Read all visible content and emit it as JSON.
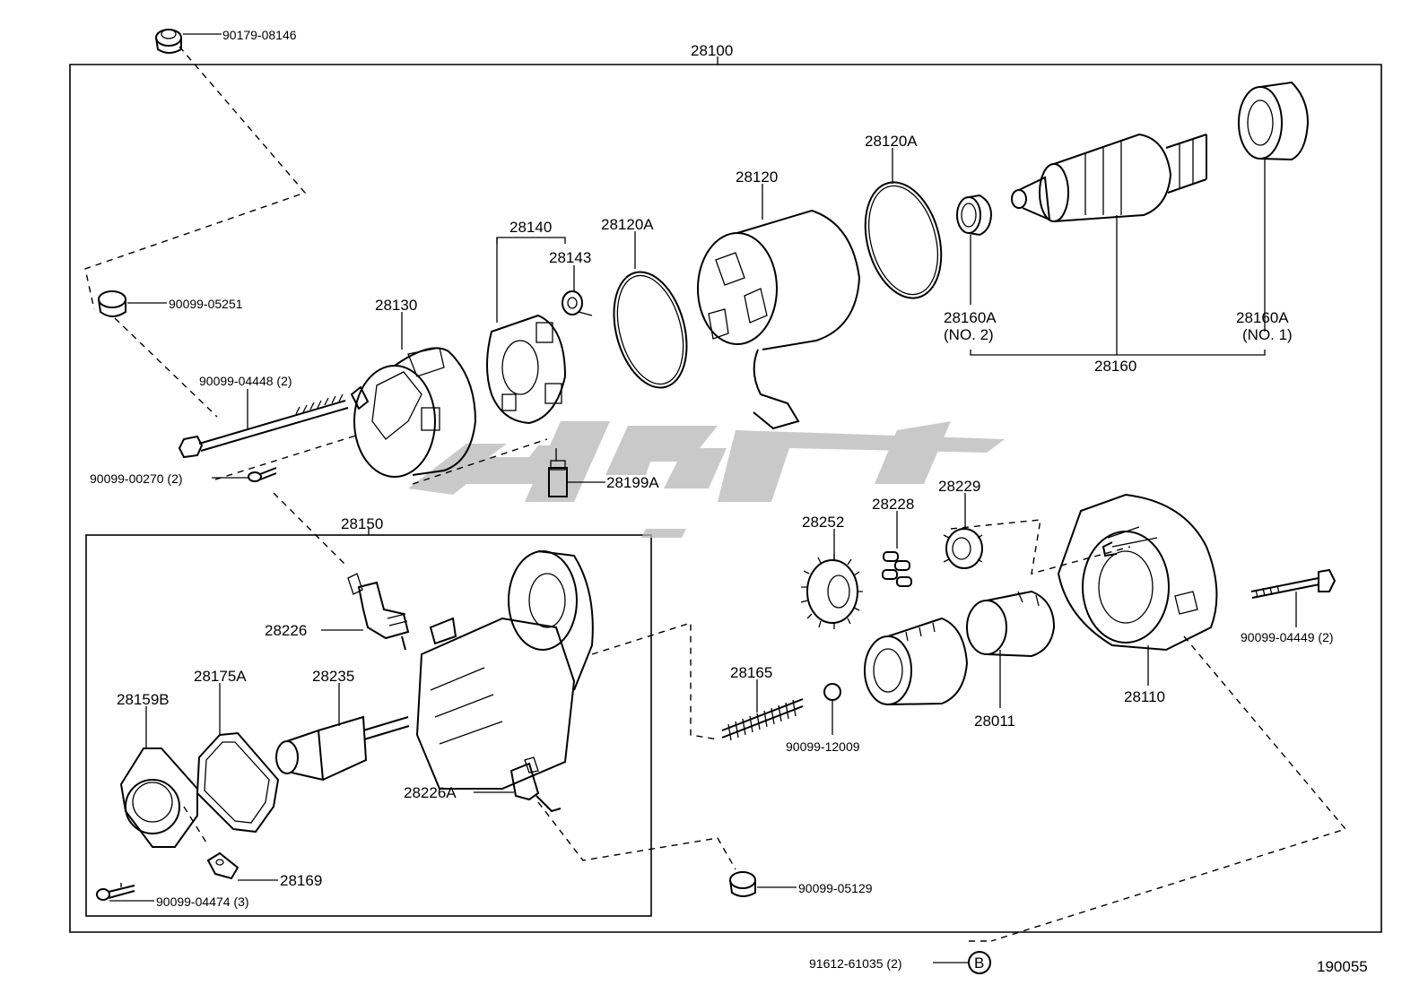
{
  "diagram": {
    "assembly_number": "28100",
    "subassembly_number": "28150",
    "drawing_number": "190055",
    "labels": {
      "p90179_08146": "90179-08146",
      "p90099_05251": "90099-05251",
      "p90099_04448": "90099-04448 (2)",
      "p90099_00270": "90099-00270 (2)",
      "p28130": "28130",
      "p28140": "28140",
      "p28143": "28143",
      "p28120A_left": "28120A",
      "p28120": "28120",
      "p28120A_right": "28120A",
      "p28160A_no2": "28160A",
      "p28160A_no2_note": "(NO. 2)",
      "p28160A_no1": "28160A",
      "p28160A_no1_note": "(NO. 1)",
      "p28160": "28160",
      "p28199A": "28199A",
      "p28252": "28252",
      "p28228": "28228",
      "p28229": "28229",
      "p28226": "28226",
      "p28175A": "28175A",
      "p28159B": "28159B",
      "p28235": "28235",
      "p28226A": "28226A",
      "p28169": "28169",
      "p90099_04474": "90099-04474 (3)",
      "p28165": "28165",
      "p90099_12009": "90099-12009",
      "p28011": "28011",
      "p28110": "28110",
      "p90099_04449": "90099-04449 (2)",
      "p90099_05129": "90099-05129",
      "p91612_61035": "91612-61035 (2)",
      "ref_B": "B"
    },
    "watermark_logo": "watermark-logo"
  }
}
